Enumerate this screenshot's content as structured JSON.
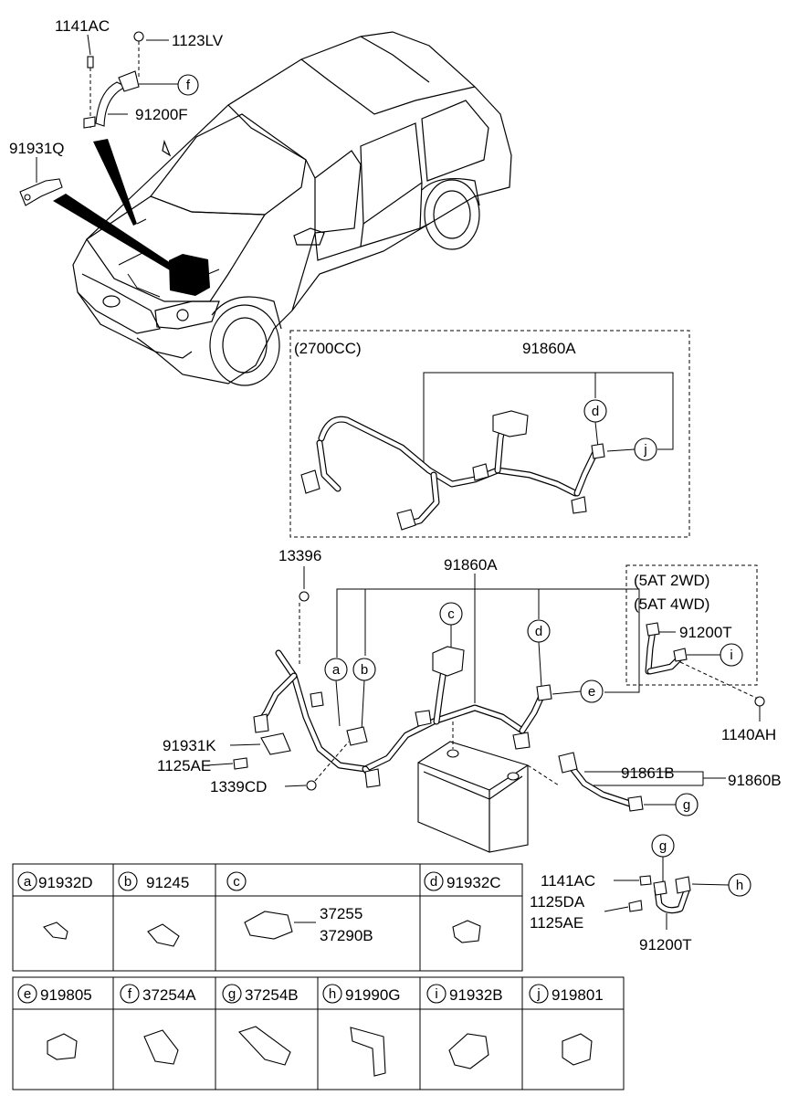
{
  "callouts": {
    "top_1141AC": "1141AC",
    "top_1123LV": "1123LV",
    "top_91200F": "91200F",
    "top_91931Q": "91931Q",
    "box_2700cc": "(2700CC)",
    "box_91860A": "91860A",
    "main_91860A": "91860A",
    "main_13396": "13396",
    "main_91931K": "91931K",
    "main_1125AE": "1125AE",
    "main_1339CD": "1339CD",
    "main_91861B": "91861B",
    "main_91860B": "91860B",
    "sub_5at2wd": "(5AT 2WD)",
    "sub_5at4wd": "(5AT 4WD)",
    "sub_91200T": "91200T",
    "sub_1140AH": "1140AH",
    "gnd_1141AC": "1141AC",
    "gnd_1125DA": "1125DA",
    "gnd_1125AE": "1125AE",
    "gnd_91200T": "91200T"
  },
  "letters": {
    "a": "a",
    "b": "b",
    "c": "c",
    "d": "d",
    "e": "e",
    "f": "f",
    "g": "g",
    "h": "h",
    "i": "i",
    "j": "j"
  },
  "parts_table": {
    "row1": [
      {
        "letter": "a",
        "part": "91932D"
      },
      {
        "letter": "b",
        "part": "91245"
      },
      {
        "letter": "c",
        "part": "",
        "parts": [
          "37255",
          "37290B"
        ]
      },
      {
        "letter": "d",
        "part": "91932C"
      }
    ],
    "row2": [
      {
        "letter": "e",
        "part": "919805"
      },
      {
        "letter": "f",
        "part": "37254A"
      },
      {
        "letter": "g",
        "part": "37254B"
      },
      {
        "letter": "h",
        "part": "91990G"
      },
      {
        "letter": "i",
        "part": "91932B"
      },
      {
        "letter": "j",
        "part": "919801"
      }
    ]
  },
  "icons": [
    "vehicle-illustration",
    "battery-icon",
    "wiring-harness-icon",
    "bracket-icon",
    "bolt-icon",
    "nut-icon",
    "relay-block-icon",
    "ground-cable-icon"
  ]
}
